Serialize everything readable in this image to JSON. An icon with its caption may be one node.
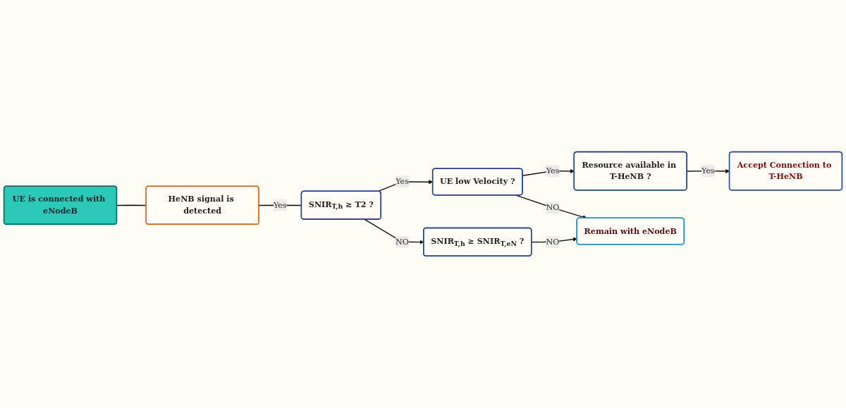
{
  "diagram": {
    "nodes": [
      {
        "text": [
          "UE is connected with eNodeB"
        ]
      },
      {
        "text": [
          "HeNB signal is detected"
        ]
      },
      {
        "text": [
          "SNIR$_{T,h}$ ≥ T2 ?"
        ]
      },
      {
        "text": [
          "UE low Velocity ?"
        ]
      },
      {
        "text": [
          "Resource available in T-HeNB ?"
        ]
      },
      {
        "text": [
          "Accept Connection to T-HeNB"
        ]
      },
      {
        "text": [
          "SNIR$_{T,h}$ ≥ SNIR$_{T,eN}$ ?"
        ]
      },
      {
        "text": [
          "Remain with eNodeB"
        ]
      }
    ],
    "edges": [
      {
        "from": 0,
        "to": 1,
        "arrow": "none"
      },
      {
        "from": 1,
        "to": 2,
        "arrow": "none",
        "label": "Yes"
      },
      {
        "from": 2,
        "to": 3,
        "arrow": "to",
        "label": "Yes"
      },
      {
        "from": 3,
        "to": 4,
        "arrow": "to",
        "label": "Yes"
      },
      {
        "from": 4,
        "to": 5,
        "arrow": "to",
        "label": "Yes"
      },
      {
        "from": 3,
        "to": 7,
        "arrow": "to",
        "label": "NO"
      },
      {
        "from": 2,
        "to": 6,
        "arrow": "to",
        "label": "NO"
      },
      {
        "from": 6,
        "to": 7,
        "arrow": "to",
        "label": "NO"
      }
    ]
  }
}
